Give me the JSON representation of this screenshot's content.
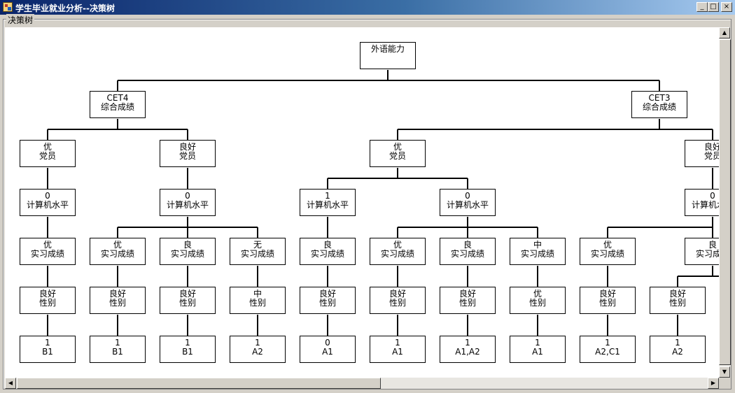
{
  "window": {
    "title": "学生毕业就业分析--决策树",
    "groupbox_label": "决策树",
    "controls": {
      "minimize": "_",
      "maximize": "□",
      "close": "×"
    }
  },
  "scrollbars": {
    "up": "▲",
    "down": "▼",
    "left": "◀",
    "right": "▶"
  },
  "tree": {
    "root": {
      "id": "root",
      "lines": [
        "外语能力"
      ]
    },
    "nodes": [
      {
        "id": "n1",
        "parent": "root",
        "lines": [
          "CET4",
          "综合成绩"
        ]
      },
      {
        "id": "n2",
        "parent": "root",
        "lines": [
          "CET3",
          "综合成绩"
        ]
      },
      {
        "id": "n11",
        "parent": "n1",
        "lines": [
          "优",
          "党员"
        ]
      },
      {
        "id": "n12",
        "parent": "n1",
        "lines": [
          "良好",
          "党员"
        ]
      },
      {
        "id": "n21",
        "parent": "n2",
        "lines": [
          "优",
          "党员"
        ]
      },
      {
        "id": "n22",
        "parent": "n2",
        "lines": [
          "良好",
          "党员"
        ]
      },
      {
        "id": "c1",
        "parent": "n11",
        "lines": [
          "0",
          "计算机水平"
        ]
      },
      {
        "id": "c2",
        "parent": "n12",
        "lines": [
          "0",
          "计算机水平"
        ]
      },
      {
        "id": "c3",
        "parent": "n21",
        "lines": [
          "1",
          "计算机水平"
        ]
      },
      {
        "id": "c4",
        "parent": "n21",
        "lines": [
          "0",
          "计算机水平"
        ]
      },
      {
        "id": "c5",
        "parent": "n22",
        "lines": [
          "0",
          "计算机水平"
        ]
      },
      {
        "id": "s1",
        "parent": "c1",
        "lines": [
          "优",
          "实习成绩"
        ]
      },
      {
        "id": "s2",
        "parent": "c2",
        "lines": [
          "优",
          "实习成绩"
        ]
      },
      {
        "id": "s3",
        "parent": "c2",
        "lines": [
          "良",
          "实习成绩"
        ]
      },
      {
        "id": "s4",
        "parent": "c2",
        "lines": [
          "无",
          "实习成绩"
        ]
      },
      {
        "id": "s5",
        "parent": "c3",
        "lines": [
          "良",
          "实习成绩"
        ]
      },
      {
        "id": "s6",
        "parent": "c4",
        "lines": [
          "优",
          "实习成绩"
        ]
      },
      {
        "id": "s7",
        "parent": "c4",
        "lines": [
          "良",
          "实习成绩"
        ]
      },
      {
        "id": "s8",
        "parent": "c4",
        "lines": [
          "中",
          "实习成绩"
        ]
      },
      {
        "id": "s9",
        "parent": "c5",
        "lines": [
          "优",
          "实习成绩"
        ]
      },
      {
        "id": "s10",
        "parent": "c5",
        "lines": [
          "良",
          "实习成绩"
        ]
      },
      {
        "id": "g1",
        "parent": "s1",
        "lines": [
          "良好",
          "性别"
        ]
      },
      {
        "id": "g2",
        "parent": "s2",
        "lines": [
          "良好",
          "性别"
        ]
      },
      {
        "id": "g3",
        "parent": "s3",
        "lines": [
          "良好",
          "性别"
        ]
      },
      {
        "id": "g4",
        "parent": "s4",
        "lines": [
          "中",
          "性别"
        ]
      },
      {
        "id": "g5",
        "parent": "s5",
        "lines": [
          "良好",
          "性别"
        ]
      },
      {
        "id": "g6",
        "parent": "s6",
        "lines": [
          "良好",
          "性别"
        ]
      },
      {
        "id": "g7",
        "parent": "s7",
        "lines": [
          "良好",
          "性别"
        ]
      },
      {
        "id": "g8",
        "parent": "s8",
        "lines": [
          "优",
          "性别"
        ]
      },
      {
        "id": "g9",
        "parent": "s9",
        "lines": [
          "良好",
          "性别"
        ]
      },
      {
        "id": "g10",
        "parent": "s10",
        "lines": [
          "良好",
          "性别"
        ]
      },
      {
        "id": "g11",
        "parent": "s10",
        "lines": [
          "",
          ""
        ]
      },
      {
        "id": "r1",
        "parent": "g1",
        "lines": [
          "1",
          "B1"
        ]
      },
      {
        "id": "r2",
        "parent": "g2",
        "lines": [
          "1",
          "B1"
        ]
      },
      {
        "id": "r3",
        "parent": "g3",
        "lines": [
          "1",
          "B1"
        ]
      },
      {
        "id": "r4",
        "parent": "g4",
        "lines": [
          "1",
          "A2"
        ]
      },
      {
        "id": "r5",
        "parent": "g5",
        "lines": [
          "0",
          "A1"
        ]
      },
      {
        "id": "r6",
        "parent": "g6",
        "lines": [
          "1",
          "A1"
        ]
      },
      {
        "id": "r7",
        "parent": "g7",
        "lines": [
          "1",
          "A1,A2"
        ]
      },
      {
        "id": "r8",
        "parent": "g8",
        "lines": [
          "1",
          "A1"
        ]
      },
      {
        "id": "r9",
        "parent": "g9",
        "lines": [
          "1",
          "A2,C1"
        ]
      },
      {
        "id": "r10",
        "parent": "g10",
        "lines": [
          "1",
          "A2"
        ]
      },
      {
        "id": "r11",
        "parent": "g11",
        "lines": [
          "",
          ""
        ]
      }
    ]
  }
}
